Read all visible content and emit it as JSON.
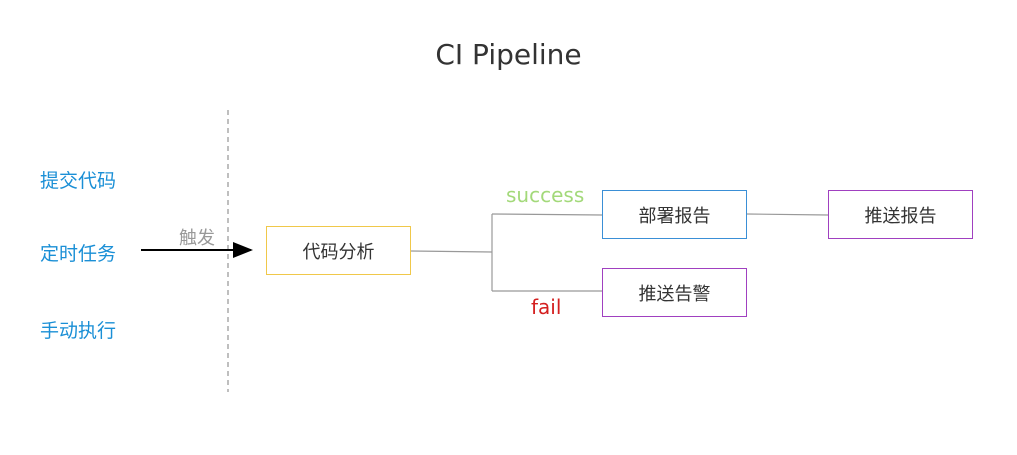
{
  "title": "CI Pipeline",
  "triggers": [
    "提交代码",
    "定时任务",
    "手动执行"
  ],
  "trigger_edge_label": "触发",
  "nodes": {
    "analyze": "代码分析",
    "deploy_report": "部署报告",
    "push_report": "推送报告",
    "push_alert": "推送告警"
  },
  "branches": {
    "success": "success",
    "fail": "fail"
  },
  "colors": {
    "trigger_text": "#1a8fd6",
    "analyze_border": "#f0c84a",
    "deploy_border": "#3a8fd6",
    "push_border": "#a040c0",
    "success_text": "#a3d97a",
    "fail_text": "#d42020",
    "connector": "#999999"
  }
}
